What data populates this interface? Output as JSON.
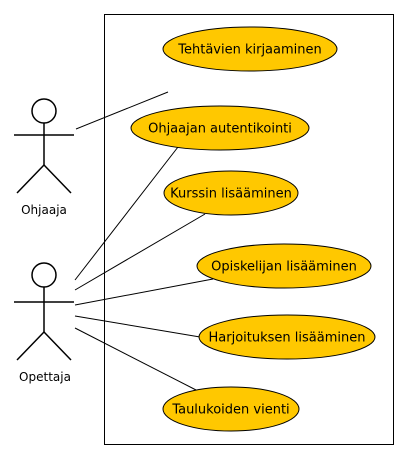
{
  "diagram": {
    "colors": {
      "usecase_fill": "#FFC800",
      "stroke": "#000000",
      "background": "#FFFFFF"
    },
    "actors": [
      {
        "id": "ohjaaja",
        "label": "Ohjaaja"
      },
      {
        "id": "opettaja",
        "label": "Opettaja"
      }
    ],
    "usecases": [
      {
        "id": "tehtavien",
        "label": "Tehtävien kirjaaminen"
      },
      {
        "id": "autentikointi",
        "label": "Ohjaajan autentikointi"
      },
      {
        "id": "kurssi",
        "label": "Kurssin lisääminen"
      },
      {
        "id": "opiskelija",
        "label": "Opiskelijan lisääminen"
      },
      {
        "id": "harjoitus",
        "label": "Harjoituksen lisääminen"
      },
      {
        "id": "taulukot",
        "label": "Taulukoiden vienti"
      }
    ],
    "associations": [
      {
        "actor": "ohjaaja",
        "usecase": "tehtavien"
      },
      {
        "actor": "opettaja",
        "usecase": "autentikointi"
      },
      {
        "actor": "opettaja",
        "usecase": "kurssi"
      },
      {
        "actor": "opettaja",
        "usecase": "opiskelija"
      },
      {
        "actor": "opettaja",
        "usecase": "harjoitus"
      },
      {
        "actor": "opettaja",
        "usecase": "taulukot"
      }
    ]
  }
}
